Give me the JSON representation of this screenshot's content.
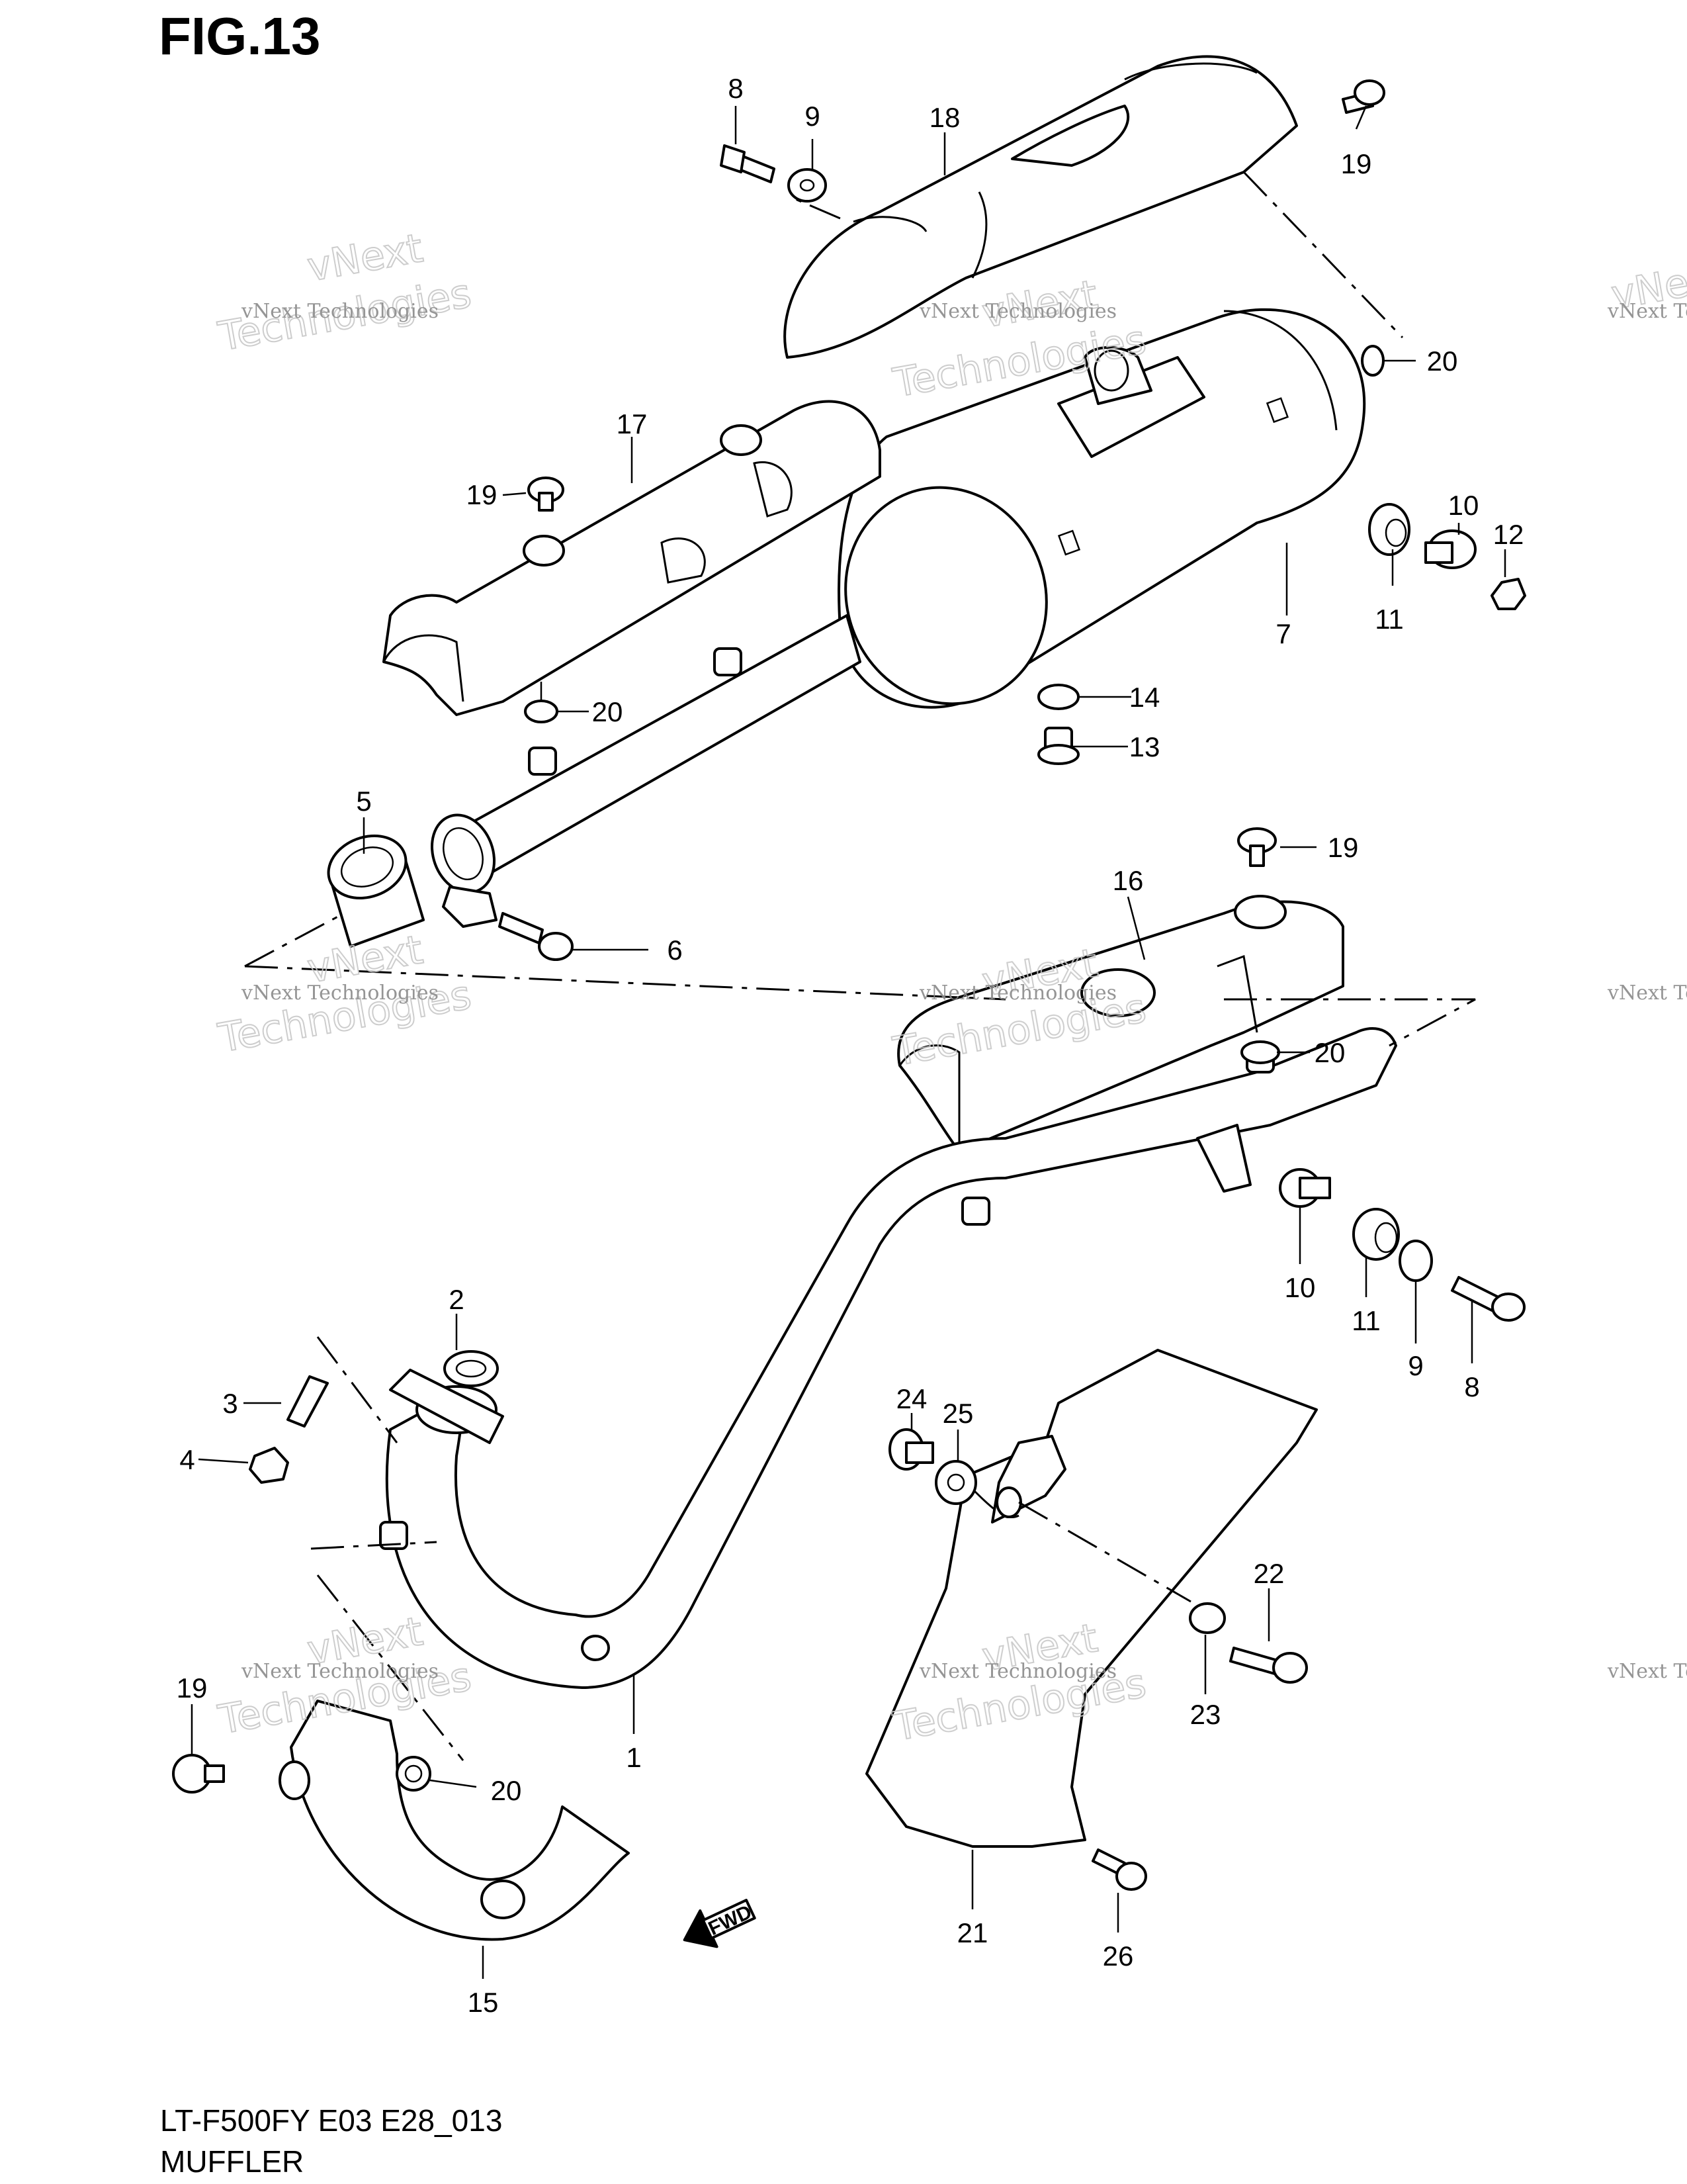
{
  "figure": {
    "title": "FIG.13",
    "model_code": "LT-F500FY E03 E28_013",
    "assembly_name": "MUFFLER"
  },
  "fwd_arrow_label": "FWD",
  "watermark": {
    "small_text": "vNext Technologies",
    "big_line_1": "vNext",
    "big_line_2": "Technologies"
  },
  "callouts": [
    {
      "id": "c8a",
      "label": "8"
    },
    {
      "id": "c9a",
      "label": "9"
    },
    {
      "id": "c18",
      "label": "18"
    },
    {
      "id": "c19a",
      "label": "19"
    },
    {
      "id": "c20a",
      "label": "20"
    },
    {
      "id": "c17",
      "label": "17"
    },
    {
      "id": "c19b",
      "label": "19"
    },
    {
      "id": "c10a",
      "label": "10"
    },
    {
      "id": "c12",
      "label": "12"
    },
    {
      "id": "c11a",
      "label": "11"
    },
    {
      "id": "c7",
      "label": "7"
    },
    {
      "id": "c20b",
      "label": "20"
    },
    {
      "id": "c14",
      "label": "14"
    },
    {
      "id": "c13",
      "label": "13"
    },
    {
      "id": "c5",
      "label": "5"
    },
    {
      "id": "c6",
      "label": "6"
    },
    {
      "id": "c19c",
      "label": "19"
    },
    {
      "id": "c16",
      "label": "16"
    },
    {
      "id": "c20c",
      "label": "20"
    },
    {
      "id": "c10b",
      "label": "10"
    },
    {
      "id": "c11b",
      "label": "11"
    },
    {
      "id": "c9b",
      "label": "9"
    },
    {
      "id": "c8b",
      "label": "8"
    },
    {
      "id": "c2",
      "label": "2"
    },
    {
      "id": "c3",
      "label": "3"
    },
    {
      "id": "c4",
      "label": "4"
    },
    {
      "id": "c24",
      "label": "24"
    },
    {
      "id": "c25",
      "label": "25"
    },
    {
      "id": "c22",
      "label": "22"
    },
    {
      "id": "c23",
      "label": "23"
    },
    {
      "id": "c1",
      "label": "1"
    },
    {
      "id": "c19d",
      "label": "19"
    },
    {
      "id": "c20d",
      "label": "20"
    },
    {
      "id": "c21",
      "label": "21"
    },
    {
      "id": "c26",
      "label": "26"
    },
    {
      "id": "c15",
      "label": "15"
    }
  ]
}
